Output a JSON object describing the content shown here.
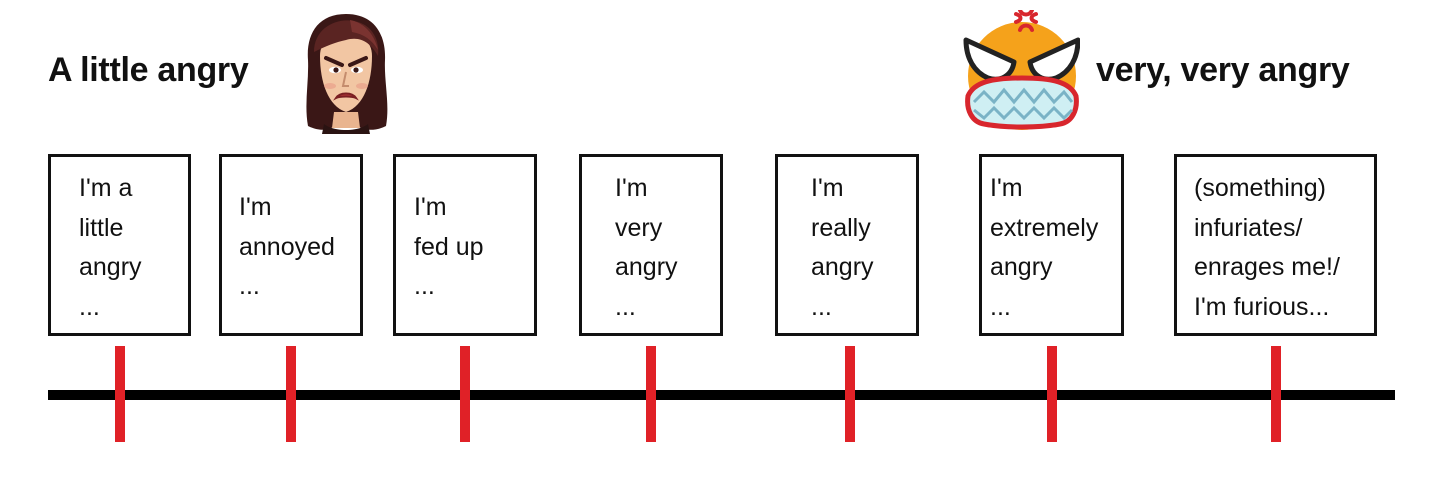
{
  "headings": {
    "left": "A little angry",
    "right": "very, very angry"
  },
  "icons": {
    "left": "angry-woman-icon",
    "right": "furious-emoji-icon"
  },
  "colors": {
    "text": "#111111",
    "axis": "#000000",
    "tick": "#e02127",
    "emoji_face": "#f5a21b",
    "emoji_teeth": "#cfeff3",
    "emoji_outline": "#d8262d"
  },
  "scale": [
    {
      "lines": [
        "I'm a",
        "little",
        "angry",
        "..."
      ]
    },
    {
      "lines": [
        "I'm",
        "annoyed",
        "..."
      ]
    },
    {
      "lines": [
        "I'm",
        "fed up",
        "..."
      ]
    },
    {
      "lines": [
        "I'm",
        "very",
        "angry",
        "..."
      ]
    },
    {
      "lines": [
        "I'm",
        "really",
        "angry",
        "..."
      ]
    },
    {
      "lines": [
        "I'm",
        "extremely",
        "angry",
        "..."
      ]
    },
    {
      "lines": [
        "(something)",
        "infuriates/",
        "enrages me!/",
        "I'm furious..."
      ]
    }
  ]
}
